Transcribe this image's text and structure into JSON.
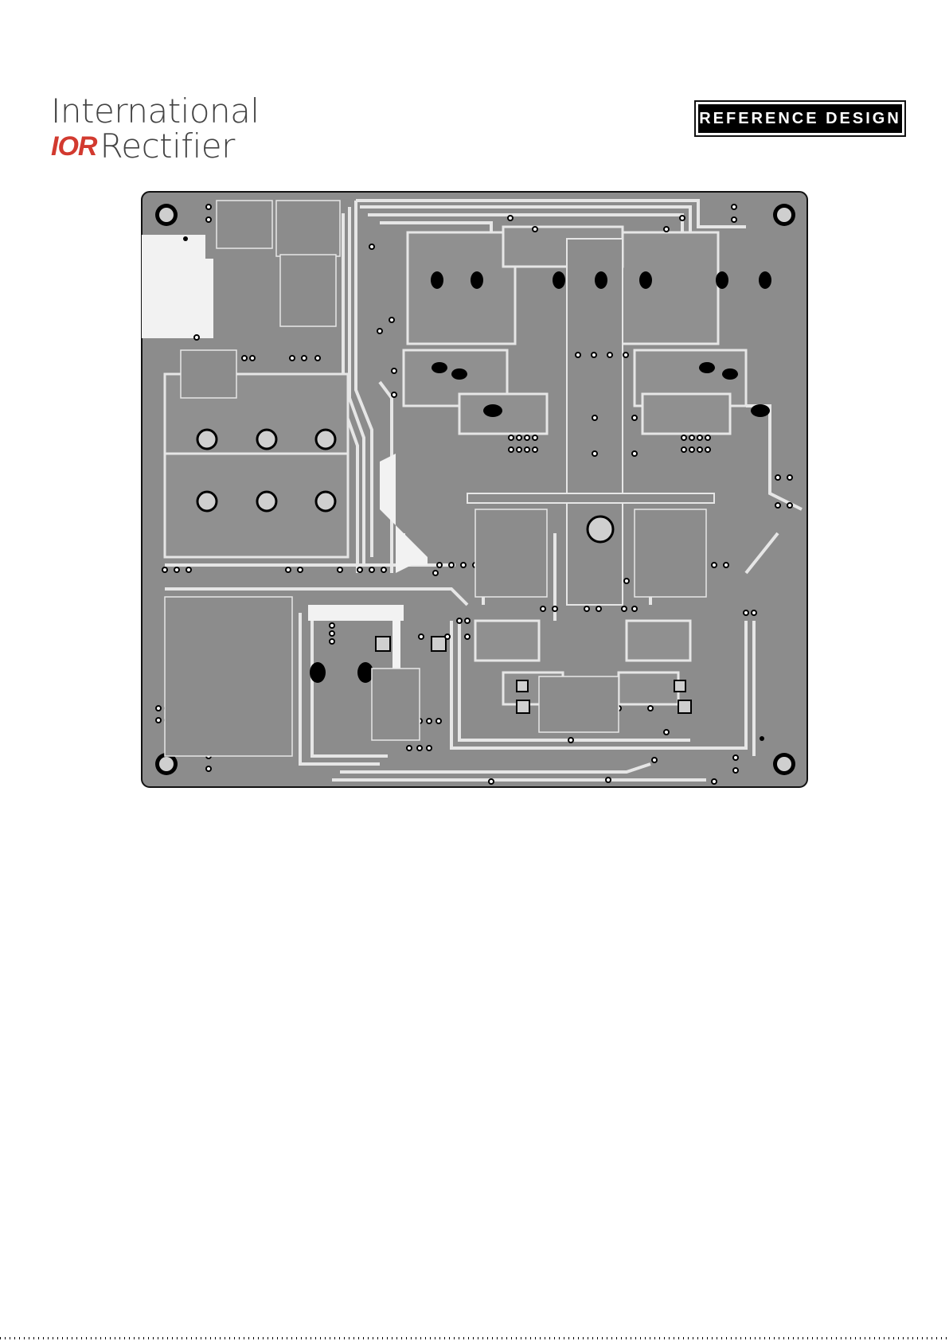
{
  "header": {
    "logo": {
      "line1": "International",
      "mark": "IOR",
      "line2": "Rectifier"
    },
    "badge": "REFERENCE DESIGN"
  },
  "figure": {
    "colors": {
      "board": "#8c8c8c",
      "copper": "#8f8f8f",
      "trace": "#e6e6e6",
      "outline": "#111111",
      "hole": "#000000",
      "pad": "#cfcfcf"
    }
  }
}
